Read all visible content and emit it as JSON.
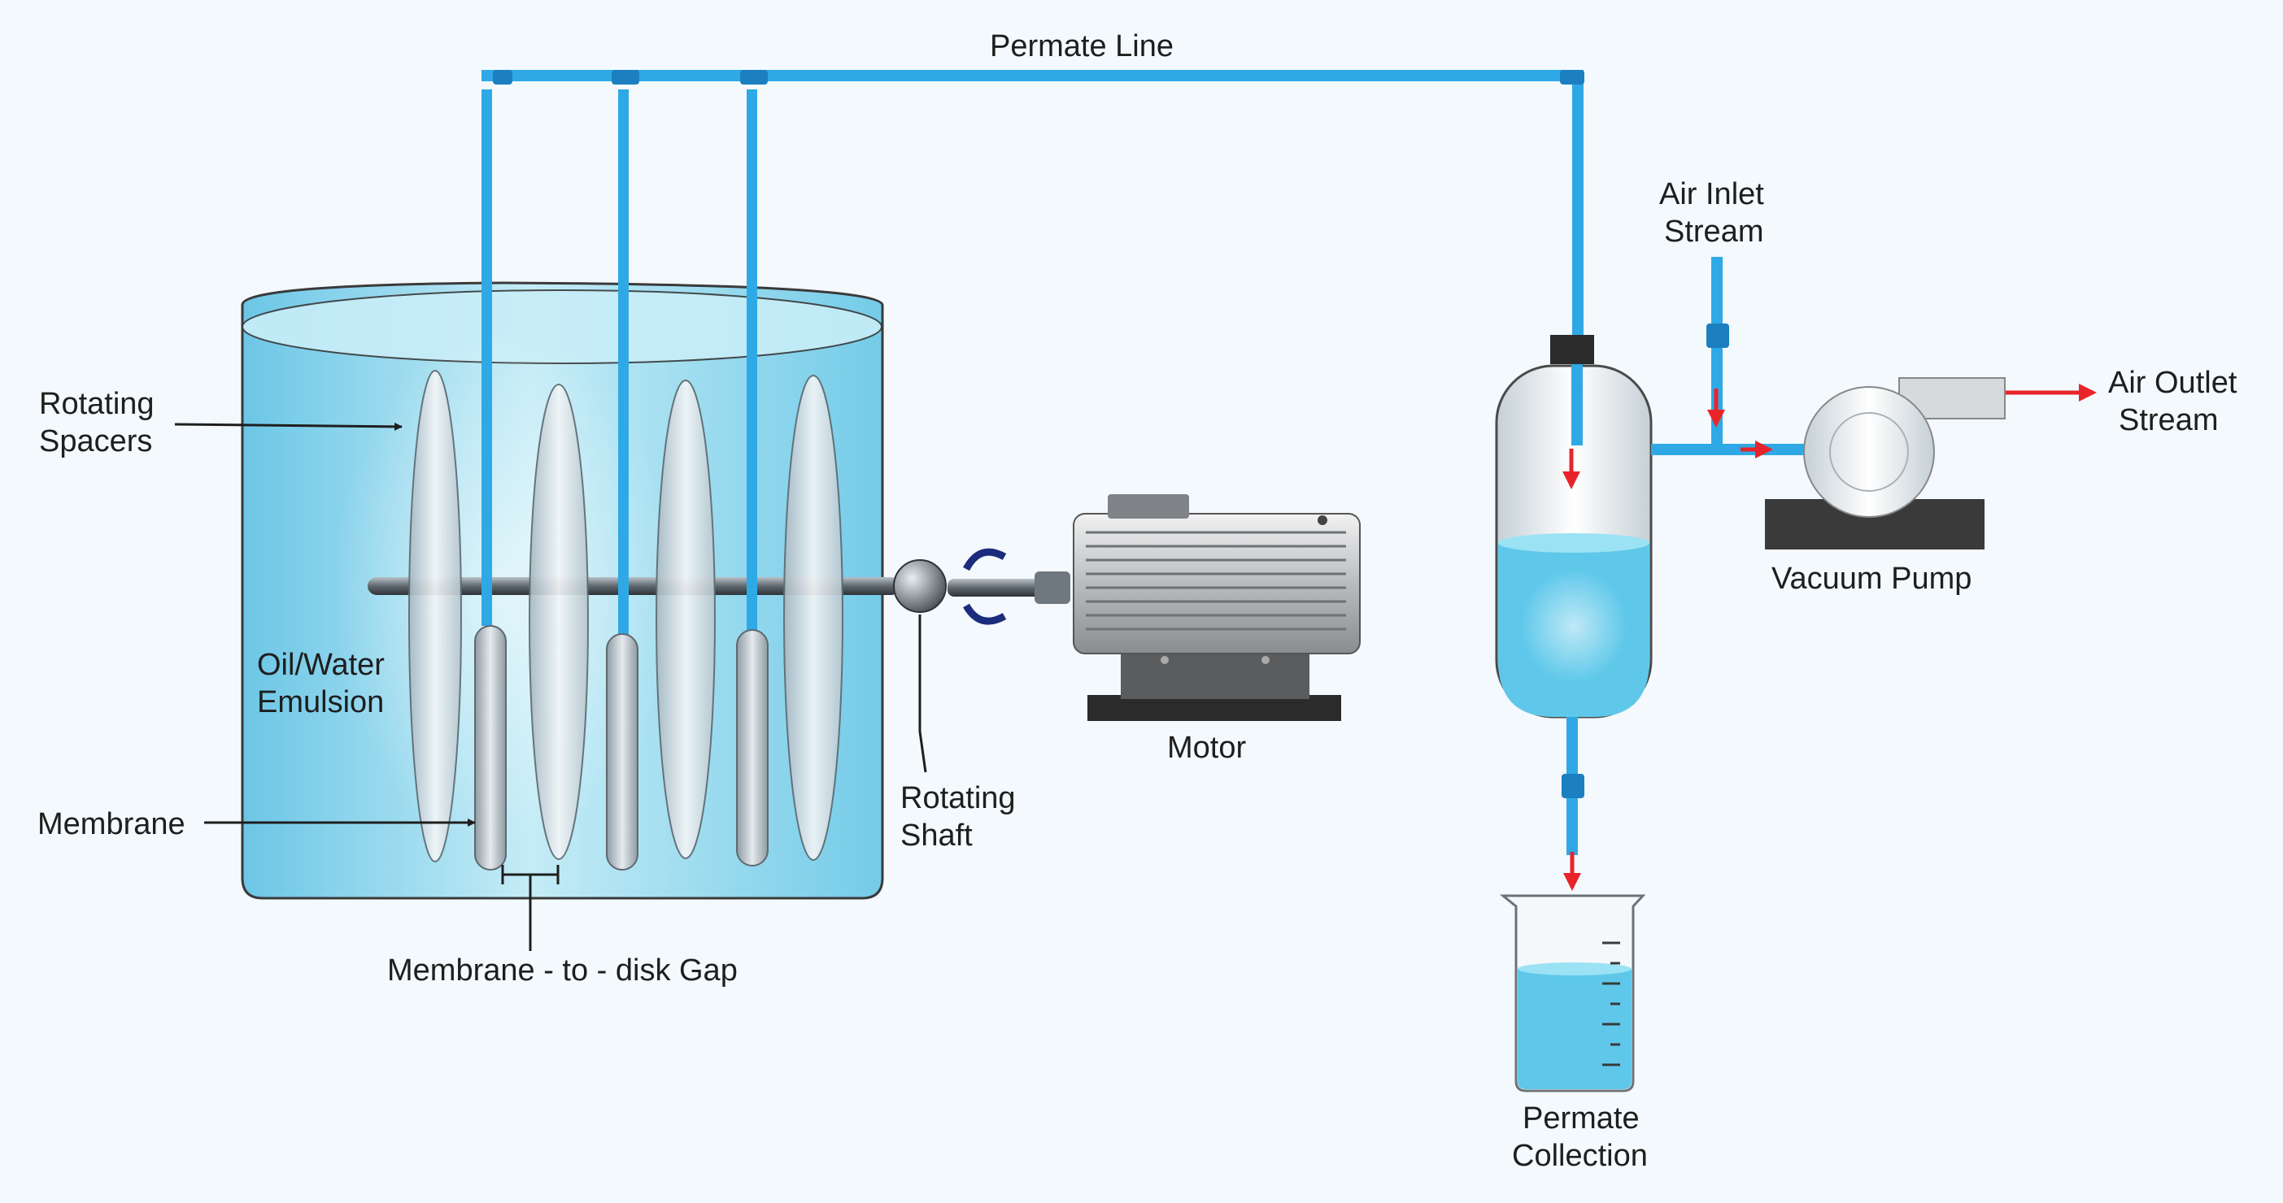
{
  "labels": {
    "permeate_line": "Permate Line",
    "air_inlet_1": "Air Inlet",
    "air_inlet_2": "Stream",
    "air_outlet_1": "Air Outlet",
    "air_outlet_2": "Stream",
    "vacuum_pump": "Vacuum Pump",
    "rotating_spacers_1": "Rotating",
    "rotating_spacers_2": "Spacers",
    "emulsion_1": "Oil/Water",
    "emulsion_2": "Emulsion",
    "membrane": "Membrane",
    "gap": "Membrane - to - disk Gap",
    "rotating_shaft_1": "Rotating",
    "rotating_shaft_2": "Shaft",
    "motor": "Motor",
    "permeate_collection_1": "Permate",
    "permeate_collection_2": "Collection"
  },
  "colors": {
    "pipe": "#2fa9e6",
    "pipe_dark": "#1b7fc0",
    "liquid": "#8fd7ea",
    "flow_arrow": "#e8242a",
    "pump_base": "#3a3a3a"
  }
}
